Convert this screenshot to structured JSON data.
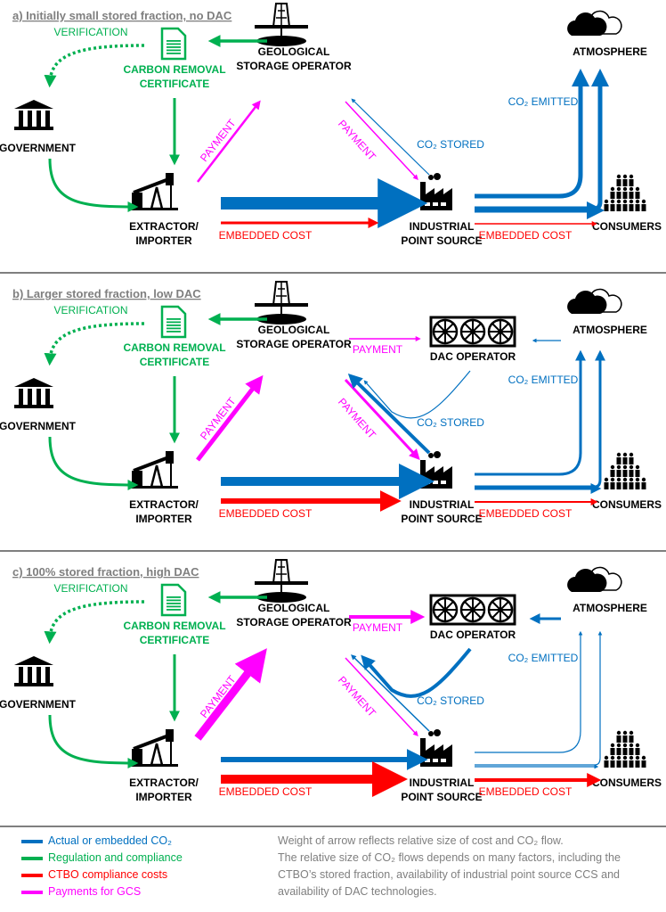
{
  "colors": {
    "co2": "#0070c0",
    "regulation": "#00b050",
    "cost": "#ff0000",
    "payment": "#ff00ff",
    "title": "#7f7f7f"
  },
  "panels": [
    {
      "title": "a) Initially small stored fraction, no DAC",
      "labels": {
        "verification": "VERIFICATION",
        "certificate_1": "CARBON REMOVAL",
        "certificate_2": "CERTIFICATE",
        "geo_1": "GEOLOGICAL",
        "geo_2": "STORAGE OPERATOR",
        "government": "GOVERNMENT",
        "extractor_1": "EXTRACTOR/",
        "extractor_2": "IMPORTER",
        "industrial_1": "INDUSTRIAL",
        "industrial_2": "POINT SOURCE",
        "consumers": "CONSUMERS",
        "atmosphere": "ATMOSPHERE",
        "payment": "PAYMENT",
        "payment2": "PAYMENT",
        "co2_stored": "CO₂ STORED",
        "co2_emitted": "CO₂ EMITTED",
        "embedded_cost_1": "EMBEDDED COST",
        "embedded_cost_2": "EMBEDDED COST"
      }
    },
    {
      "title": "b) Larger stored fraction, low DAC",
      "labels": {
        "verification": "VERIFICATION",
        "certificate_1": "CARBON REMOVAL",
        "certificate_2": "CERTIFICATE",
        "geo_1": "GEOLOGICAL",
        "geo_2": "STORAGE OPERATOR",
        "government": "GOVERNMENT",
        "extractor_1": "EXTRACTOR/",
        "extractor_2": "IMPORTER",
        "industrial_1": "INDUSTRIAL",
        "industrial_2": "POINT SOURCE",
        "consumers": "CONSUMERS",
        "atmosphere": "ATMOSPHERE",
        "dac": "DAC OPERATOR",
        "payment": "PAYMENT",
        "payment2": "PAYMENT",
        "payment_dac": "PAYMENT",
        "co2_stored": "CO₂ STORED",
        "co2_emitted": "CO₂ EMITTED",
        "embedded_cost_1": "EMBEDDED COST",
        "embedded_cost_2": "EMBEDDED COST"
      }
    },
    {
      "title": "c) 100% stored fraction, high DAC",
      "labels": {
        "verification": "VERIFICATION",
        "certificate_1": "CARBON REMOVAL",
        "certificate_2": "CERTIFICATE",
        "geo_1": "GEOLOGICAL",
        "geo_2": "STORAGE OPERATOR",
        "government": "GOVERNMENT",
        "extractor_1": "EXTRACTOR/",
        "extractor_2": "IMPORTER",
        "industrial_1": "INDUSTRIAL",
        "industrial_2": "POINT SOURCE",
        "consumers": "CONSUMERS",
        "atmosphere": "ATMOSPHERE",
        "dac": "DAC OPERATOR",
        "payment": "PAYMENT",
        "payment2": "PAYMENT",
        "payment_dac": "PAYMENT",
        "co2_stored": "CO₂ STORED",
        "co2_emitted": "CO₂ EMITTED",
        "embedded_cost_1": "EMBEDDED COST",
        "embedded_cost_2": "EMBEDDED COST"
      }
    }
  ],
  "legend": [
    {
      "label": "Actual or embedded CO₂",
      "color": "#0070c0"
    },
    {
      "label": "Regulation and compliance",
      "color": "#00b050"
    },
    {
      "label": "CTBO compliance costs",
      "color": "#ff0000"
    },
    {
      "label": "Payments for GCS",
      "color": "#ff00ff"
    }
  ],
  "note": {
    "line1": "Weight of arrow reflects relative size of cost and CO₂ flow.",
    "line2": "The relative size of CO₂ flows depends on many factors, including the CTBO’s stored fraction, availability of industrial point source CCS and availability of DAC technologies."
  }
}
